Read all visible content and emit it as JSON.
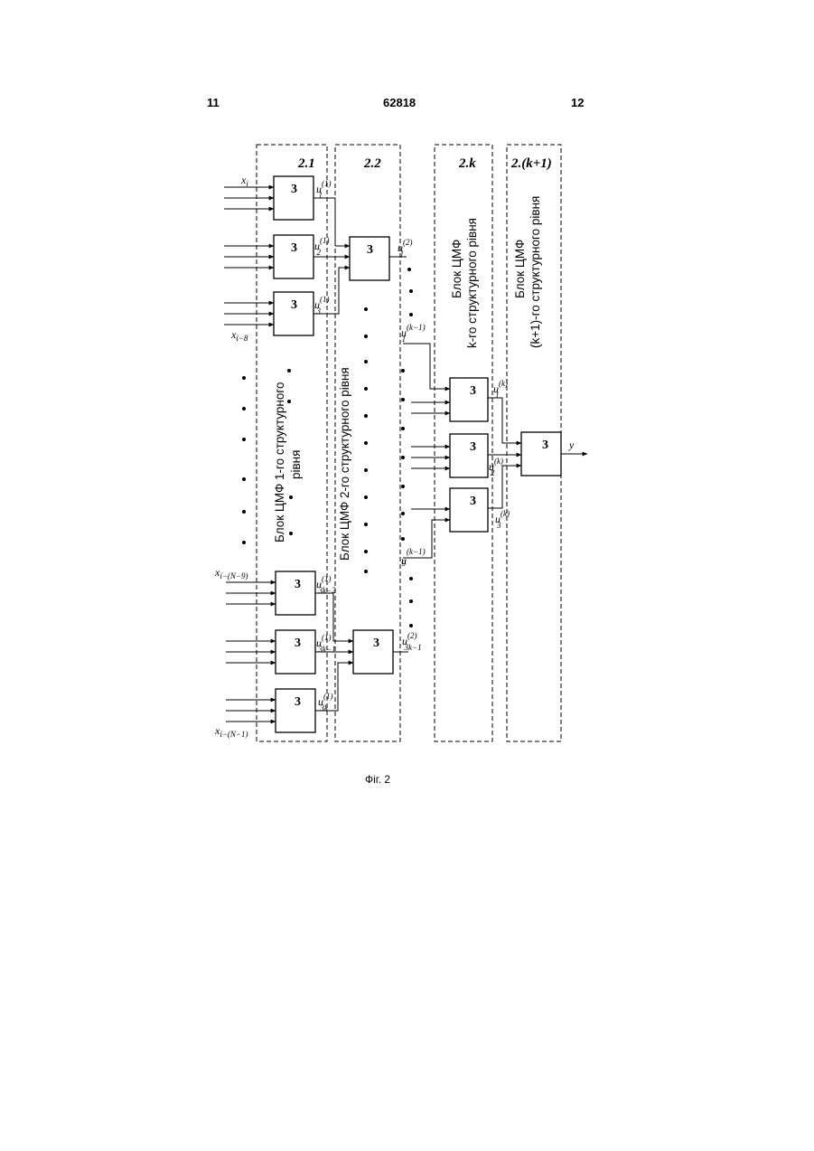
{
  "header": {
    "page_left": "11",
    "patent_number": "62818",
    "page_right": "12"
  },
  "figure": {
    "columns": [
      {
        "number": "2.1",
        "title_line1": "Блок ЦМФ 1-го структурного",
        "title_line2": "рівня"
      },
      {
        "number": "2.2",
        "title_line1": "Блок ЦМФ 2-го структурного рівня",
        "title_line2": ""
      },
      {
        "number": "2.k",
        "title_line1": "Блок ЦМФ",
        "title_line2": "k-го структурного рівня"
      },
      {
        "number": "2.(k+1)",
        "title_line1": "Блок ЦМФ",
        "title_line2": "(k+1)-го структурного рівня"
      }
    ],
    "block_label": "3",
    "inputs": {
      "x_i": "x",
      "x_i_sub": "i",
      "x_i8": "x",
      "x_i8_sub": "i−8",
      "x_iN9": "x",
      "x_iN9_sub": "i−(N−9)",
      "x_iN1": "x",
      "x_iN1_sub": "i−(N−1)"
    },
    "signals": {
      "u": "u",
      "sup1": "(1)",
      "sup2": "(2)",
      "supk1": "(k−1)",
      "supk": "(k)",
      "sub1": "1",
      "sub2": "2",
      "sub3": "3",
      "sub9": "9",
      "sub3k2": "3k−2",
      "sub3k1": "3k−1",
      "sub3k": "3k",
      "sub3km1": "3k−1"
    },
    "output": "y"
  },
  "caption": "Фіг. 2"
}
